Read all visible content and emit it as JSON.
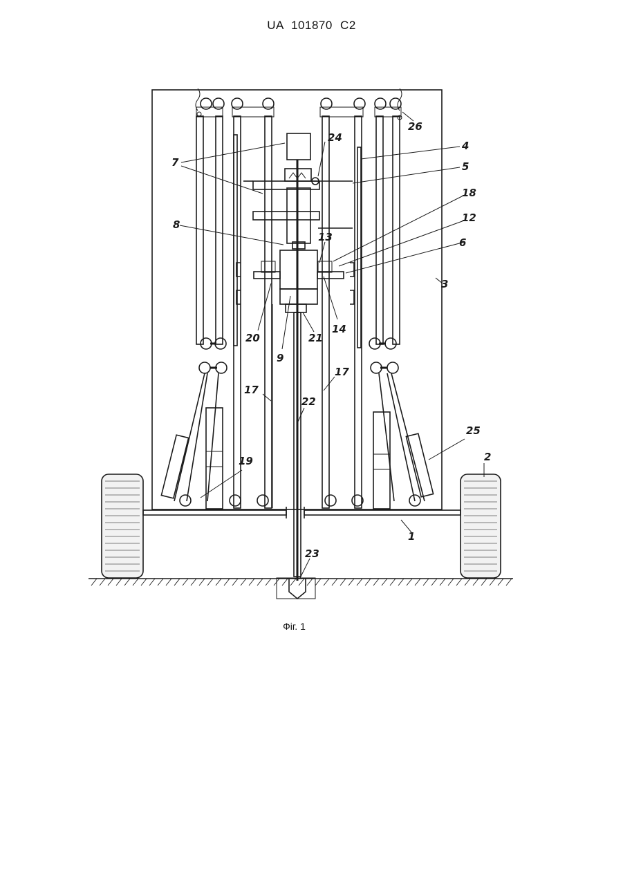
{
  "header": {
    "doc_id": "UA   101870   C2"
  },
  "figure": {
    "caption": "Фіг. 1",
    "labels": {
      "l1": "1",
      "l2": "2",
      "l3": "3",
      "l4": "4",
      "l5": "5",
      "l6": "6",
      "l7": "7",
      "l8": "8",
      "l9": "9",
      "l12": "12",
      "l13": "13",
      "l14": "14",
      "l17a": "17",
      "l17b": "17",
      "l18": "18",
      "l19": "19",
      "l20": "20",
      "l21": "21",
      "l22": "22",
      "l23": "23",
      "l24": "24",
      "l25": "25",
      "l26": "26"
    }
  }
}
